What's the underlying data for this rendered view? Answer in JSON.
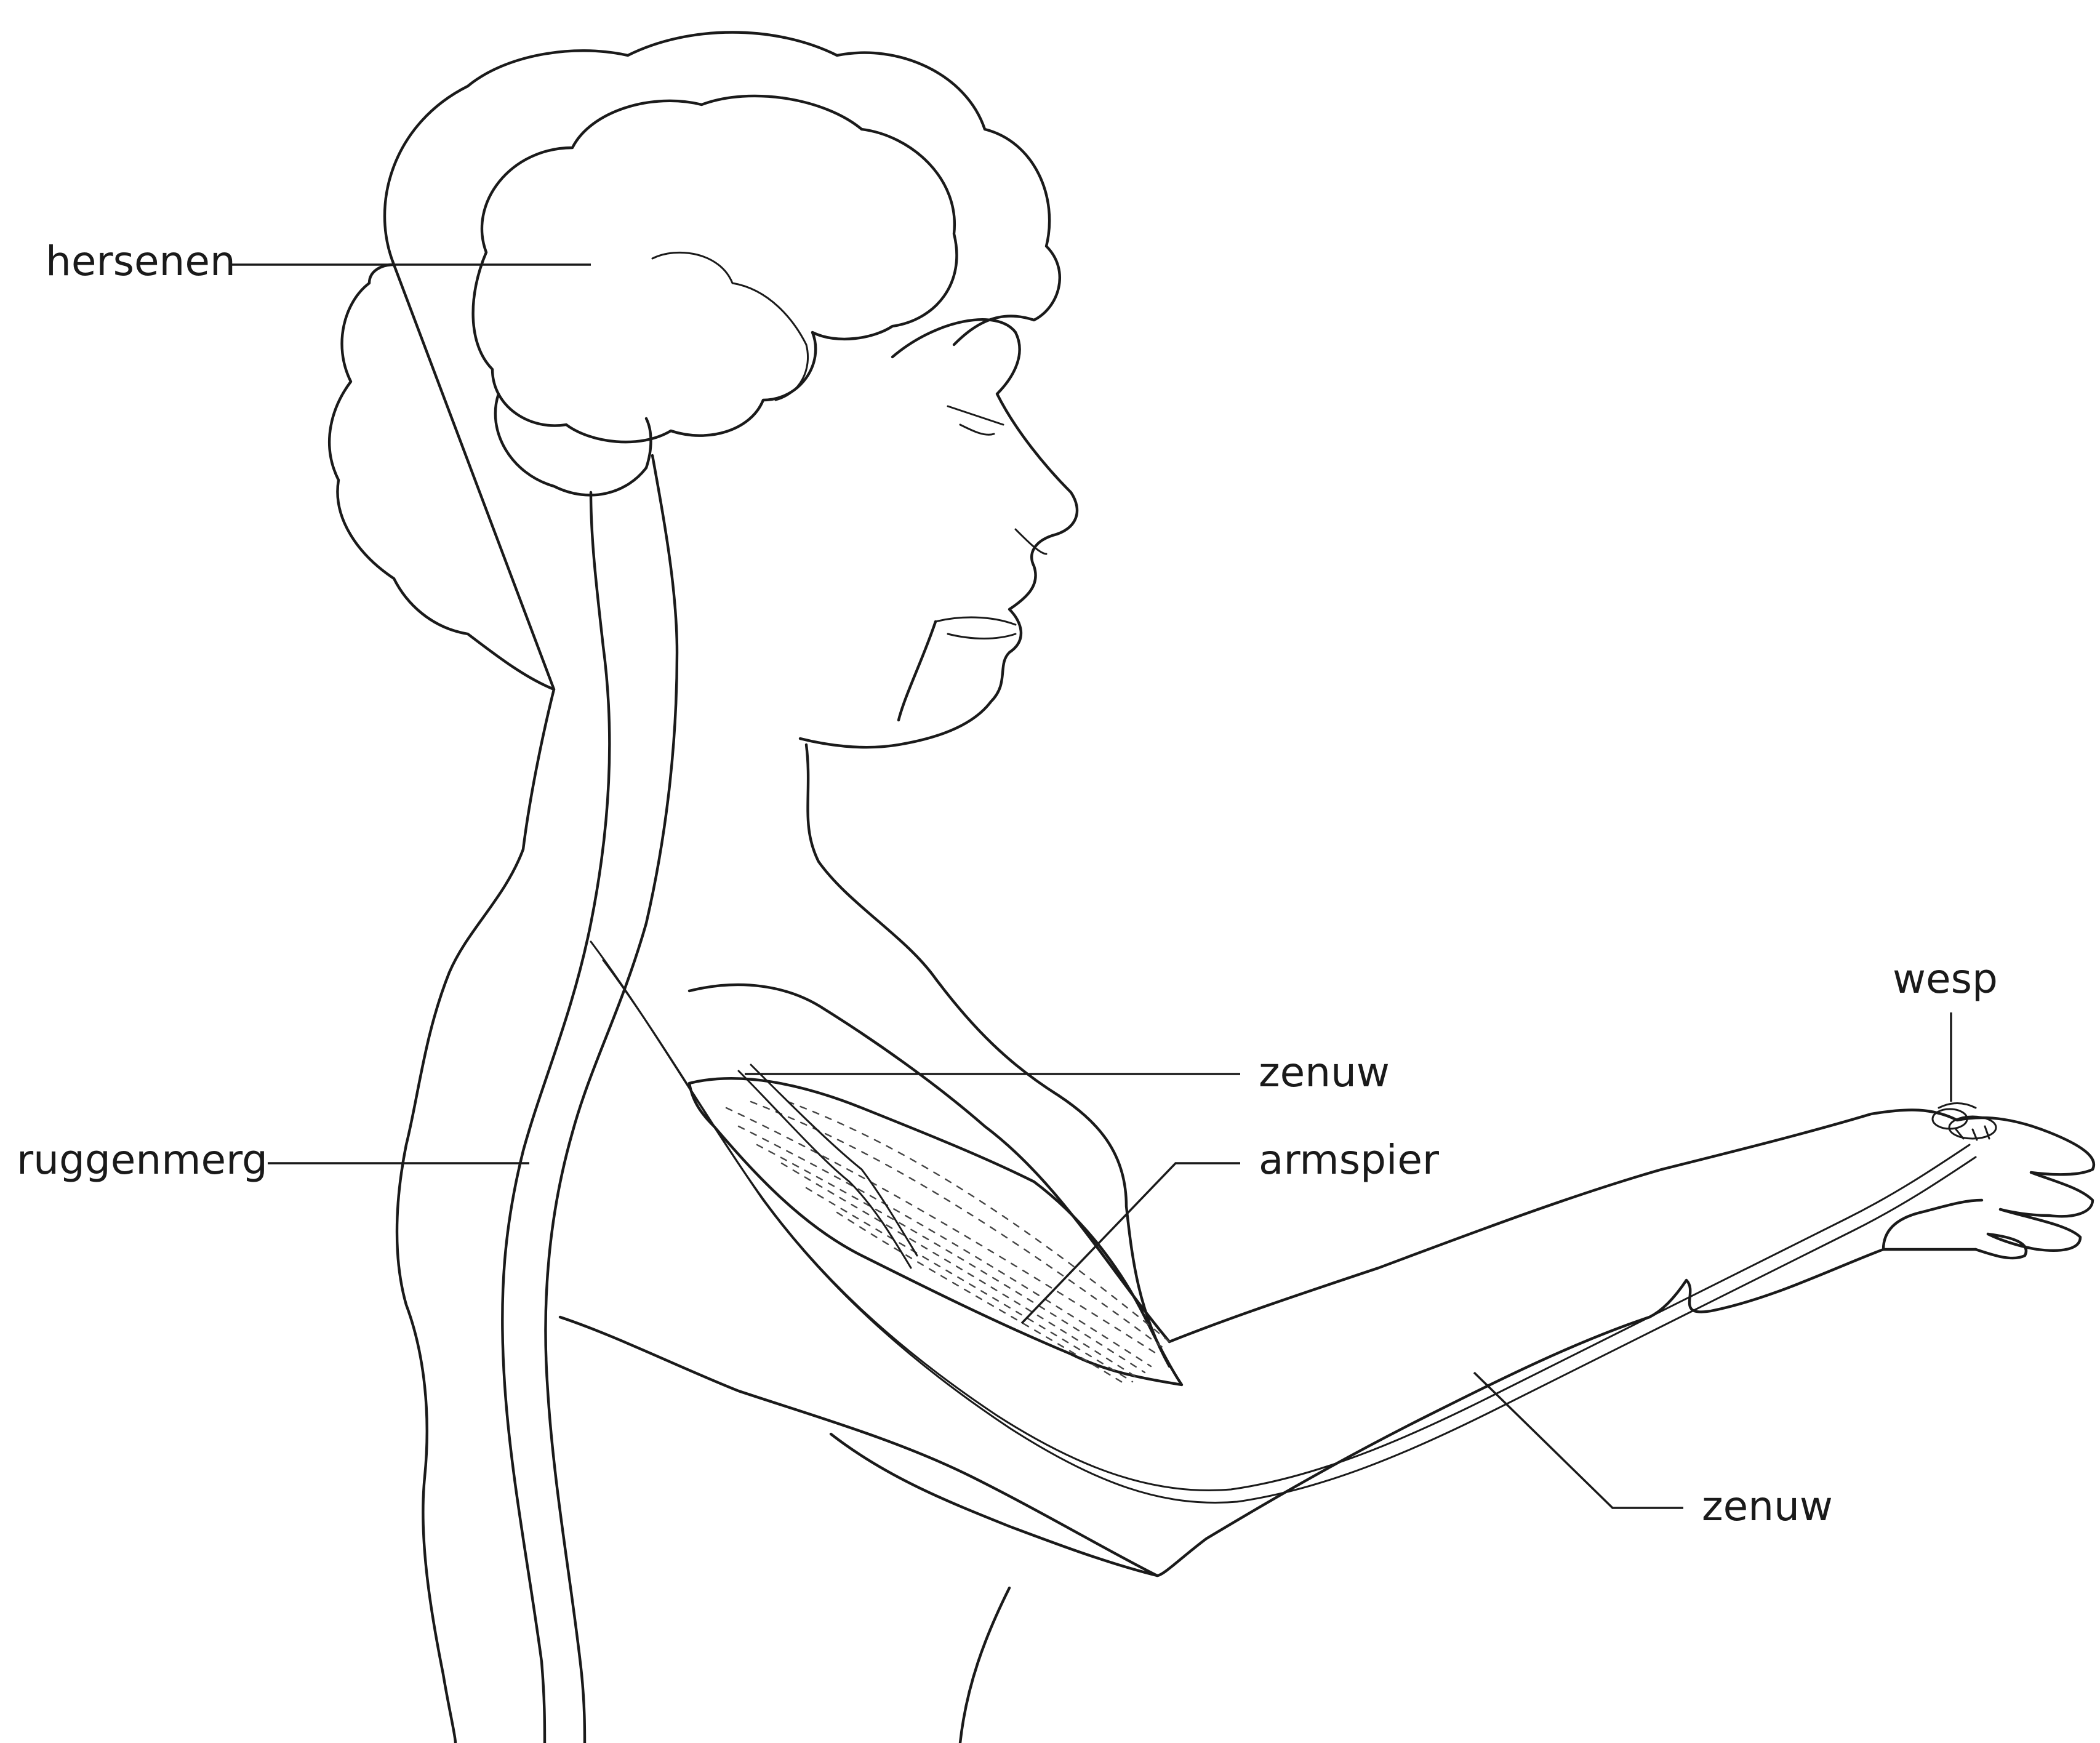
{
  "labels": {
    "brain": "hersenen",
    "spinal_cord": "ruggenmerg",
    "nerve_upper": "zenuw",
    "arm_muscle": "armspier",
    "wasp": "wesp",
    "nerve_lower": "zenuw"
  },
  "colors": {
    "line": "#1a1a1a",
    "background": "#ffffff"
  }
}
